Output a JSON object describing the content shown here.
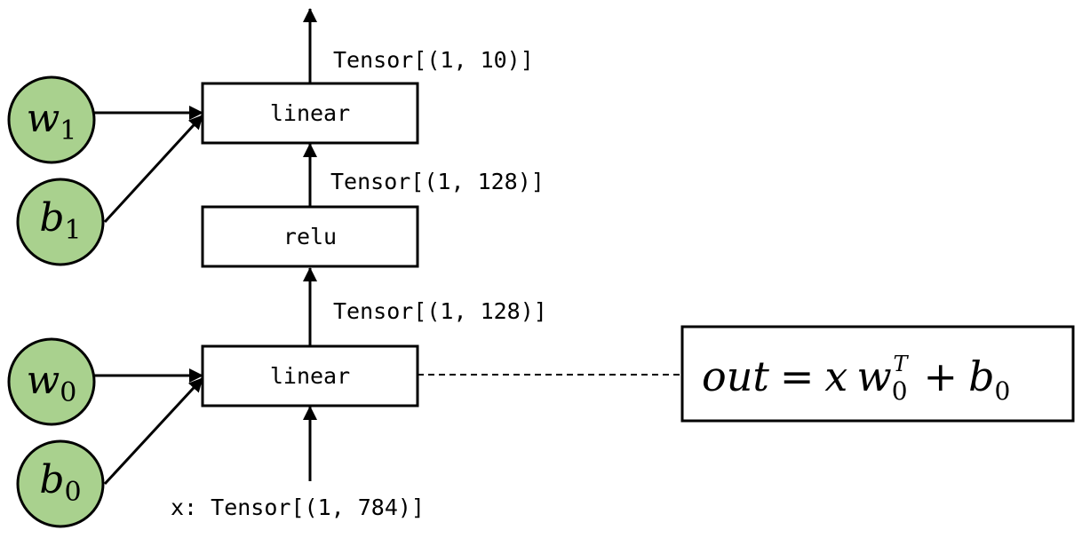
{
  "nodes": {
    "linear_top": {
      "label": "linear"
    },
    "relu": {
      "label": "relu"
    },
    "linear_bottom": {
      "label": "linear"
    }
  },
  "params": {
    "w1": {
      "symbol": "w",
      "subscript": "1"
    },
    "b1": {
      "symbol": "b",
      "subscript": "1"
    },
    "w0": {
      "symbol": "w",
      "subscript": "0"
    },
    "b0": {
      "symbol": "b",
      "subscript": "0"
    }
  },
  "edge_labels": {
    "output": "Tensor[(1, 10)]",
    "relu_to_linear": "Tensor[(1, 128)]",
    "linear_to_relu": "Tensor[(1, 128)]",
    "input": "x: Tensor[(1, 784)]"
  },
  "formula": {
    "lhs": "out",
    "equals": "=",
    "x": "x",
    "w": "w",
    "w_sub": "0",
    "w_sup": "T",
    "plus": "+",
    "b": "b",
    "b_sub": "0"
  },
  "colors": {
    "param_fill": "#a9d18e",
    "stroke": "#000000"
  }
}
